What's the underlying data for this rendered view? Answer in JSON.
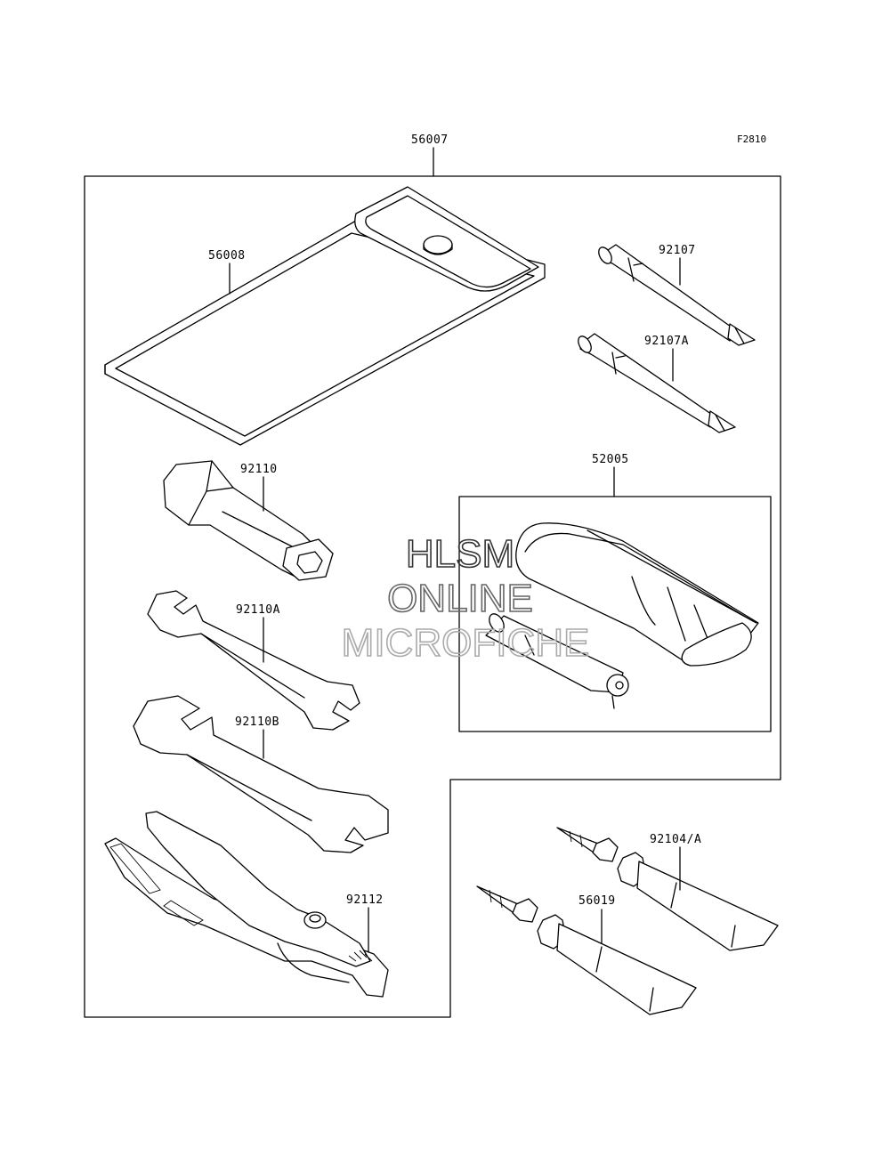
{
  "figure": {
    "ref_code": "F2810"
  },
  "parts": {
    "kit": "56007",
    "bag": "56008",
    "bit_plus": "92107",
    "bit_plus_a": "92107A",
    "box_wrench": "92110",
    "wrench_a": "92110A",
    "wrench_b": "92110B",
    "pliers": "92112",
    "pump_kit": "52005",
    "tube_a": "92104/A",
    "tube_b": "56019"
  },
  "watermark": {
    "line1": "HLSM",
    "line2": "ONLINE",
    "line3": "MICROFICHE",
    "colors": [
      "#333333",
      "#666666",
      "#aaaaaa"
    ]
  }
}
